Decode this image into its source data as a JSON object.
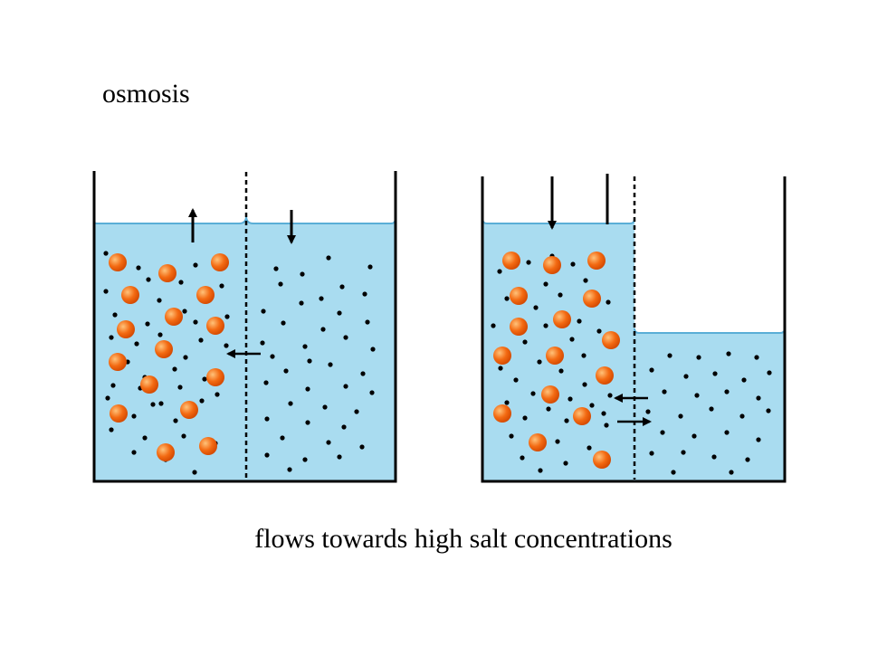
{
  "title": "osmosis",
  "caption": "flows towards high salt concentrations",
  "colors": {
    "water": "#a9dcf0",
    "water_edge": "#66b8dd",
    "salt_particle": "#f36a12",
    "water_molecule": "#0d1033",
    "wall": "#000000"
  },
  "icons": {
    "salt_particle": "orange-sphere-icon",
    "water_molecule": "dot-icon",
    "membrane": "dashed-line",
    "flow_arrow": "arrow-icon"
  }
}
